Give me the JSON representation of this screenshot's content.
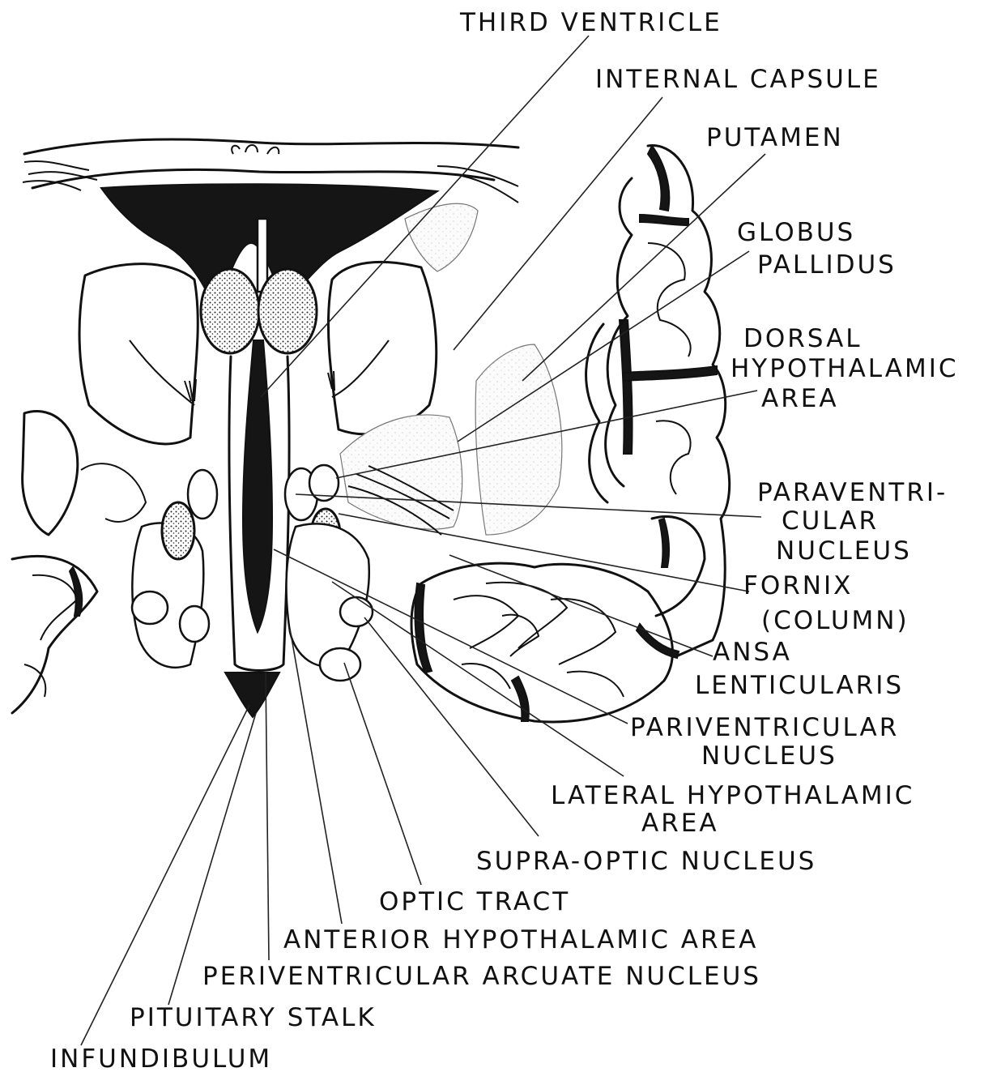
{
  "labels": {
    "third_ventricle": "THIRD VENTRICLE",
    "internal_capsule": "INTERNAL CAPSULE",
    "putamen": "PUTAMEN",
    "globus_pallidus": [
      "GLOBUS",
      "PALLIDUS"
    ],
    "dorsal_hypothalamic_area": [
      "DORSAL",
      "HYPOTHALAMIC",
      "AREA"
    ],
    "paraventricular_nucleus": [
      "PARAVENTRI-",
      "CULAR",
      "NUCLEUS"
    ],
    "fornix_column": [
      "FORNIX",
      "(COLUMN)"
    ],
    "ansa_lenticularis": [
      "ANSA",
      "LENTICULARIS"
    ],
    "pariventricular_nucleus": [
      "PARIVENTRICULAR",
      "NUCLEUS"
    ],
    "lateral_hypothalamic_area": [
      "LATERAL HYPOTHALAMIC",
      "AREA"
    ],
    "supra_optic_nucleus": "SUPRA-OPTIC NUCLEUS",
    "optic_tract": "OPTIC TRACT",
    "anterior_hypothalamic_area": "ANTERIOR HYPOTHALAMIC AREA",
    "periventricular_arcuate_nucleus": "PERIVENTRICULAR ARCUATE NUCLEUS",
    "pituitary_stalk": "PITUITARY STALK",
    "infundibulum": "INFUNDIBULUM"
  },
  "colors": {
    "ink": "#111111",
    "paper": "#ffffff"
  }
}
